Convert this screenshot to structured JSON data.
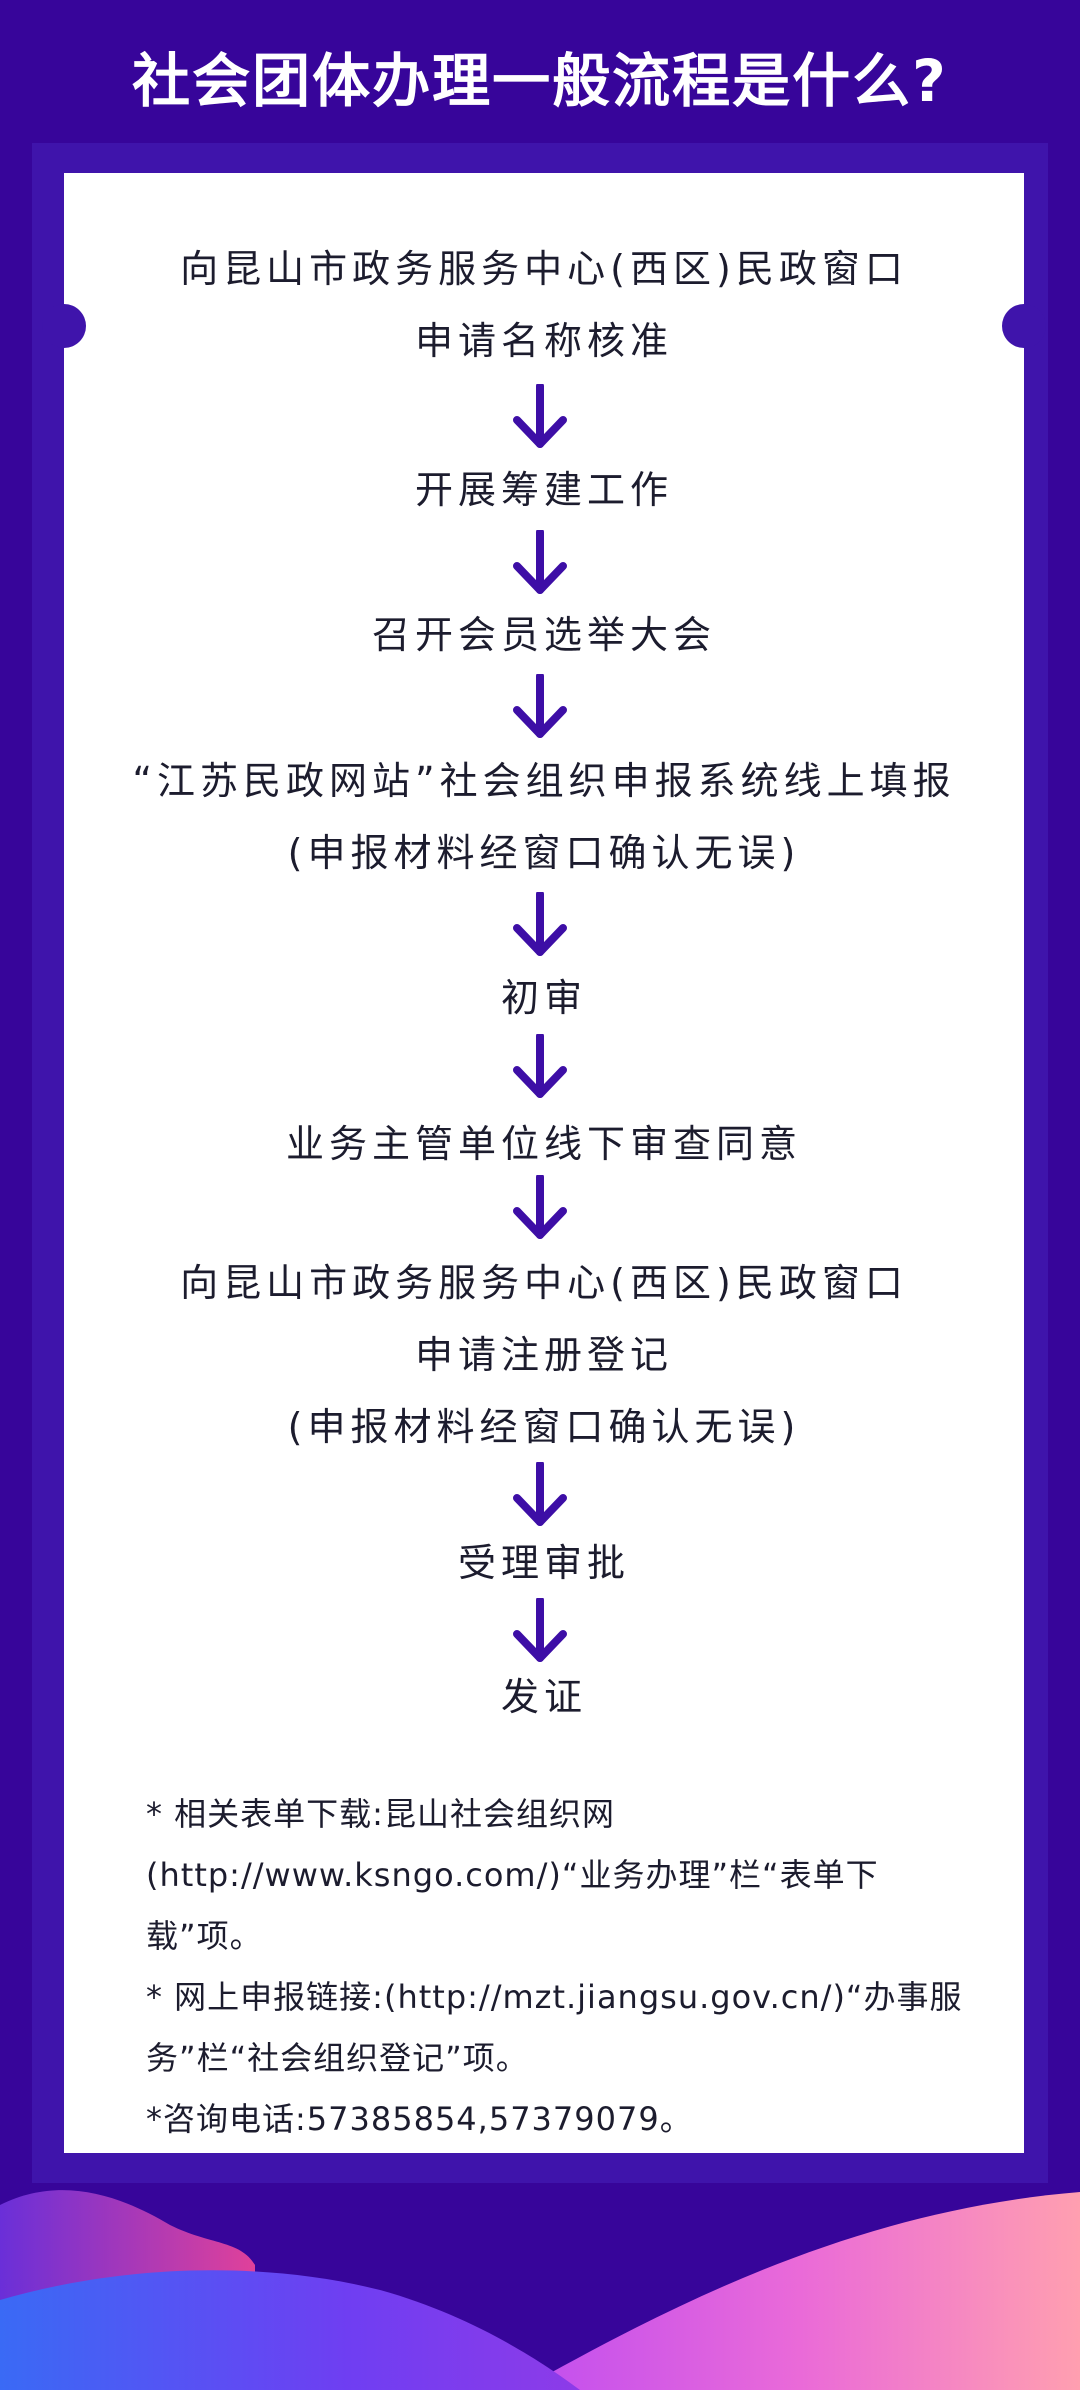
{
  "header": {
    "title": "社会团体办理一般流程是什么?"
  },
  "flow": {
    "steps": [
      [
        "向昆山市政务服务中心(西区)民政窗口",
        "申请名称核准"
      ],
      [
        "开展筹建工作"
      ],
      [
        "召开会员选举大会"
      ],
      [
        "“江苏民政网站”社会组织申报系统线上填报",
        "(申报材料经窗口确认无误)"
      ],
      [
        "初审"
      ],
      [
        "业务主管单位线下审查同意"
      ],
      [
        "向昆山市政务服务中心(西区)民政窗口",
        "申请注册登记",
        "(申报材料经窗口确认无误)"
      ],
      [
        "受理审批"
      ],
      [
        "发证"
      ]
    ]
  },
  "notes": {
    "items": [
      "* 相关表单下载:昆山社会组织网(http://www.ksngo.com/)“业务办理”栏“表单下载”项。",
      "* 网上申报链接:(http://mzt.jiangsu.gov.cn/)“办事服务”栏“社会组织登记”项。",
      "*咨询电话:57385854,57379079。"
    ]
  },
  "colors": {
    "background": "#37059a",
    "frame": "#3f14ab",
    "arrow": "#3d0ea6",
    "text": "#1c1c2e"
  }
}
